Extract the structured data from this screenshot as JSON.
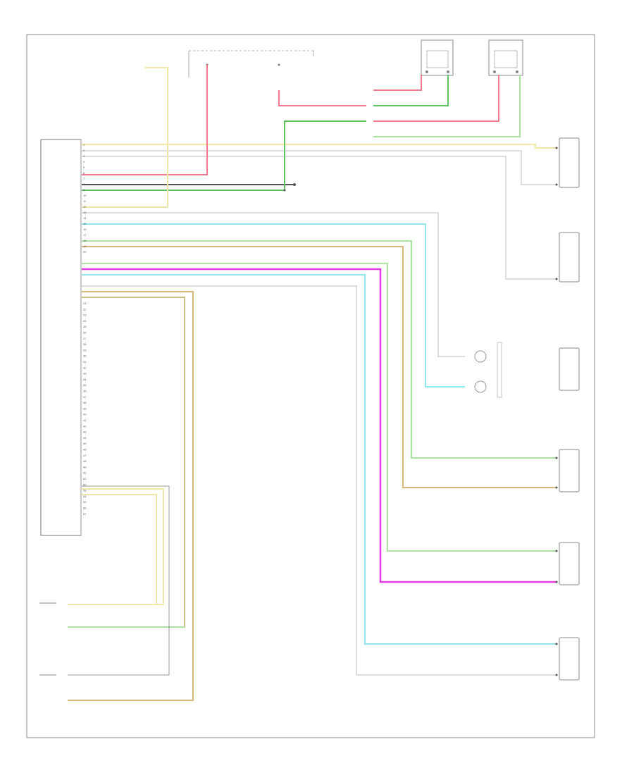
{
  "diagram": {
    "module_pins_top": [
      "1",
      "2",
      "3",
      "4",
      "5",
      "6",
      "7",
      "8",
      "9",
      "10",
      "11",
      "12",
      "13",
      "14",
      "15",
      "16",
      "17",
      "18",
      "19",
      "20"
    ],
    "module_pins_bottom": [
      "21",
      "22",
      "23",
      "24",
      "25",
      "26",
      "27",
      "28",
      "29",
      "30",
      "31",
      "32",
      "33",
      "34",
      "35",
      "36",
      "37",
      "38",
      "39",
      "40",
      "41",
      "42",
      "43",
      "44",
      "45",
      "46",
      "47",
      "48",
      "49",
      "50",
      "51",
      "52",
      "53",
      "54",
      "55",
      "56",
      "57"
    ],
    "blurred_caption": ""
  },
  "colors": {
    "yellow": "#f2e6a6",
    "red": "#f07a8a",
    "green": "#60c060",
    "light_green": "#a8e4a0",
    "cyan": "#8ee8ee",
    "magenta": "#e23ce2",
    "tan": "#d8b87a",
    "gray": "#999999",
    "dark": "#555555"
  }
}
